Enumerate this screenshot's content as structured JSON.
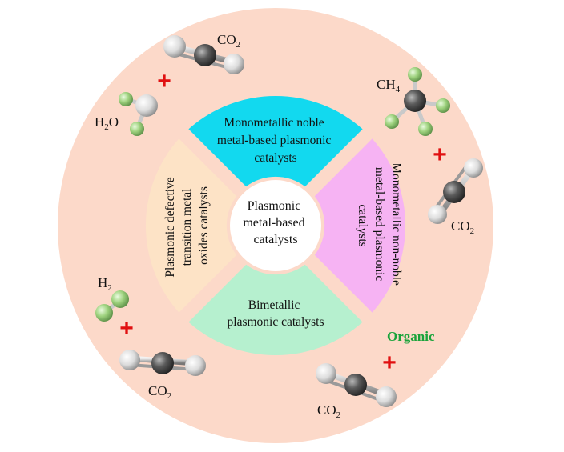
{
  "diagram": {
    "center_label": [
      "Plasmonic",
      "metal-based",
      "catalysts"
    ],
    "sectors": {
      "top": [
        "Monometallic noble",
        "metal-based plasmonic",
        "catalysts"
      ],
      "right": [
        "Monometallic non-noble",
        "metal-based plasmonic",
        "catalysts"
      ],
      "bottom": [
        "Bimetallic",
        "plasmonic catalysts"
      ],
      "left": [
        "Plasmonic defective",
        "transition metal",
        "oxides catalysts"
      ]
    },
    "reactants": {
      "h2o": {
        "base": "H",
        "sub": "2",
        "tail": "O"
      },
      "co2": {
        "base": "CO",
        "sub": "2"
      },
      "ch4": {
        "base": "CH",
        "sub": "4"
      },
      "h2": {
        "base": "H",
        "sub": "2"
      },
      "organic": "Organic",
      "plus": "+"
    },
    "colors": {
      "outer_ring": "#fcd9c9",
      "sector_top": "#12d9ef",
      "sector_right": "#f6b3f3",
      "sector_bottom": "#b6f0cf",
      "sector_left": "#fde3c6",
      "carbon_atom": "#5a5a5a",
      "oxygen_atom": "#e4e4e4",
      "hydrogen_atom": "#a9d88a",
      "plus_sign": "#e01010",
      "organic_text": "#19a33a"
    }
  }
}
